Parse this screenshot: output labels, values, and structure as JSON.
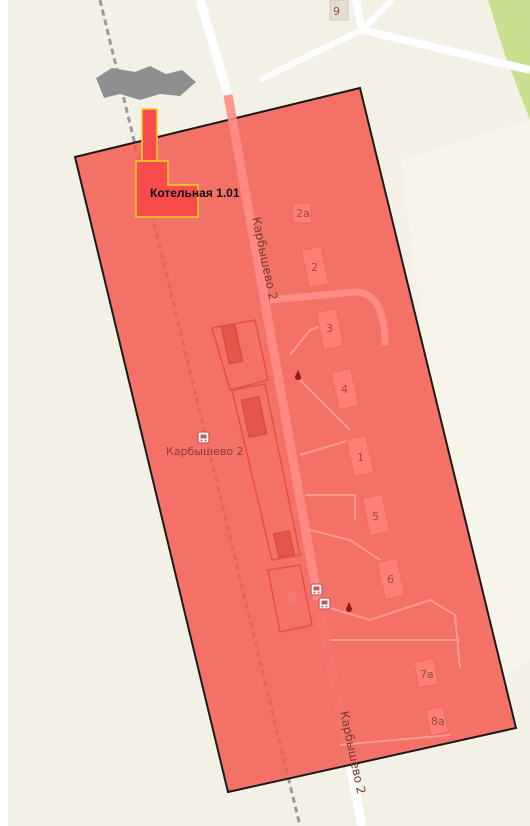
{
  "map": {
    "boiler_label": "Котельная 1.01",
    "street_label_top": "Карбышево 2",
    "street_label_bottom": "Карбышево 2",
    "stop_label": "Карбышево 2",
    "house_numbers": [
      "9",
      "2а",
      "2",
      "3",
      "4",
      "1",
      "5",
      "6",
      "7а",
      "8а"
    ],
    "colors": {
      "background": "#f3f1e6",
      "zone_fill": "#f35a50",
      "zone_stroke": "#1a1a1a",
      "boiler_fill": "#f84b4b",
      "boiler_stroke": "#f3d21a",
      "road": "#ffffff",
      "railway": "#8c8c8c",
      "park": "#c9df8f"
    },
    "icons": [
      "bus-stop-icon",
      "fire-hydrant-icon"
    ]
  }
}
